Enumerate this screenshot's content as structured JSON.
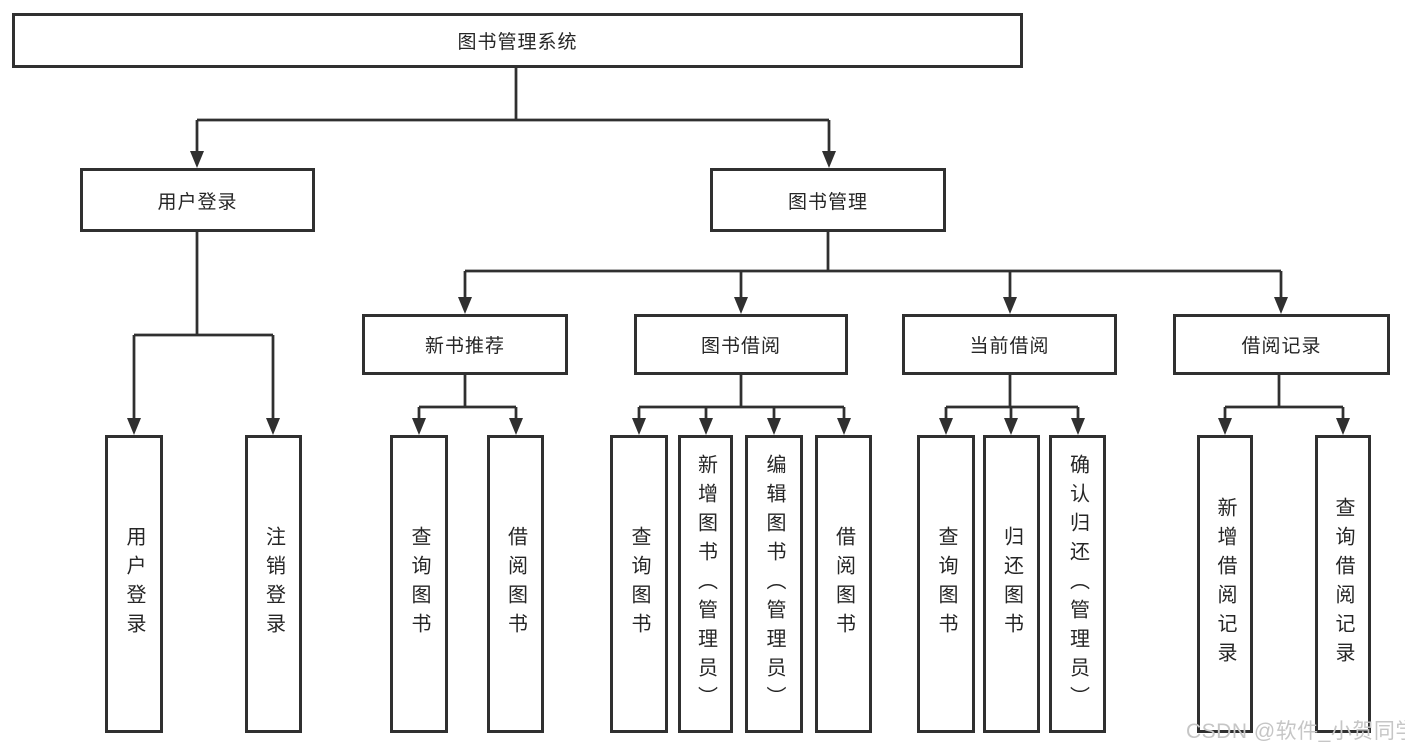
{
  "tree": {
    "root": "图书管理系统",
    "user": {
      "label": "用户登录",
      "children": [
        "用户登录",
        "注销登录"
      ]
    },
    "book": {
      "label": "图书管理",
      "groups": [
        {
          "label": "新书推荐",
          "children": [
            "查询图书",
            "借阅图书"
          ]
        },
        {
          "label": "图书借阅",
          "children": [
            "查询图书",
            "新增图书（管理员）",
            "编辑图书（管理员）",
            "借阅图书"
          ]
        },
        {
          "label": "当前借阅",
          "children": [
            "查询图书",
            "归还图书",
            "确认归还（管理员）"
          ]
        },
        {
          "label": "借阅记录",
          "children": [
            "新增借阅记录",
            "查询借阅记录"
          ]
        }
      ]
    }
  },
  "watermark": "CSDN @软件_小贺同学",
  "colors": {
    "line": "#303030",
    "text": "#262626",
    "background": "#ffffff",
    "watermark": "#c6c6c6"
  }
}
